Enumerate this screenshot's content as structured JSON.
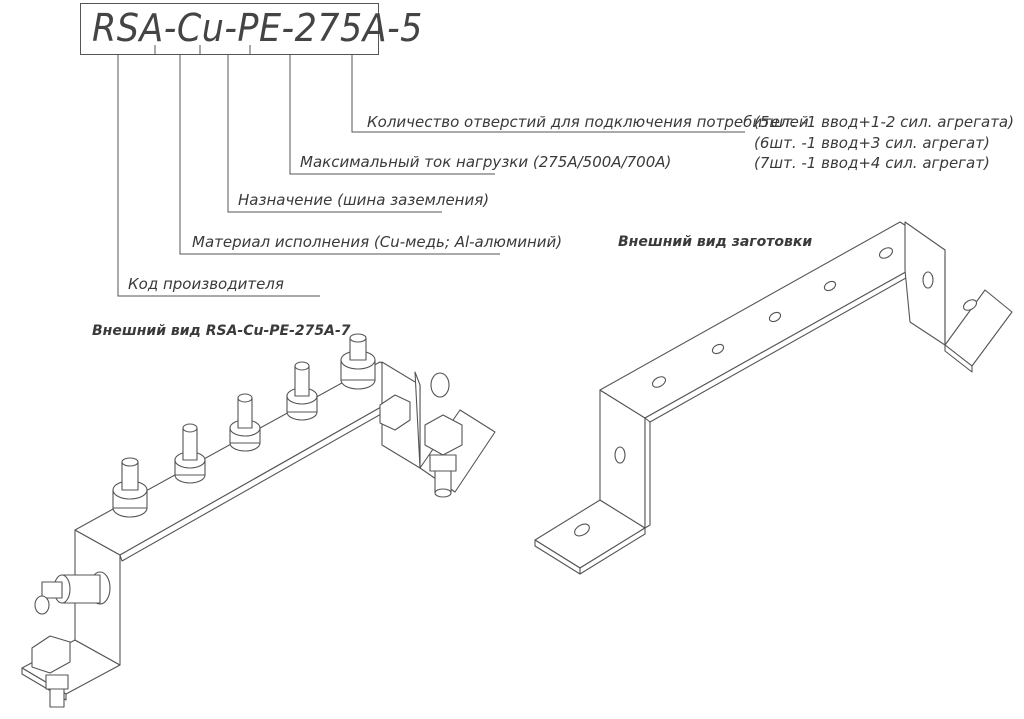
{
  "code": "RSA-Cu-PE-275A-5",
  "callouts": [
    {
      "id": "holes",
      "text": "Количество отверстий для подключения потребителей"
    },
    {
      "id": "current",
      "text": "Максимальный ток нагрузки (275A/500A/700A)"
    },
    {
      "id": "purpose",
      "text": "Назначение (шина заземления)"
    },
    {
      "id": "material",
      "text": "Материал исполнения (Cu-медь; Al-алюминий)"
    },
    {
      "id": "maker",
      "text": "Код производителя"
    }
  ],
  "holes_notes": [
    "(5шт. -1 ввод+1-2 сил. агрегата)",
    "(6шт. -1 ввод+3 сил. агрегат)",
    "(7шт. -1 ввод+4 сил. агрегат)"
  ],
  "views": {
    "assembled": "Внешний вид RSA-Cu-PE-275A-7",
    "blank": "Внешний вид заготовки"
  },
  "colors": {
    "line": "#555555",
    "text": "#3a3a3a"
  }
}
